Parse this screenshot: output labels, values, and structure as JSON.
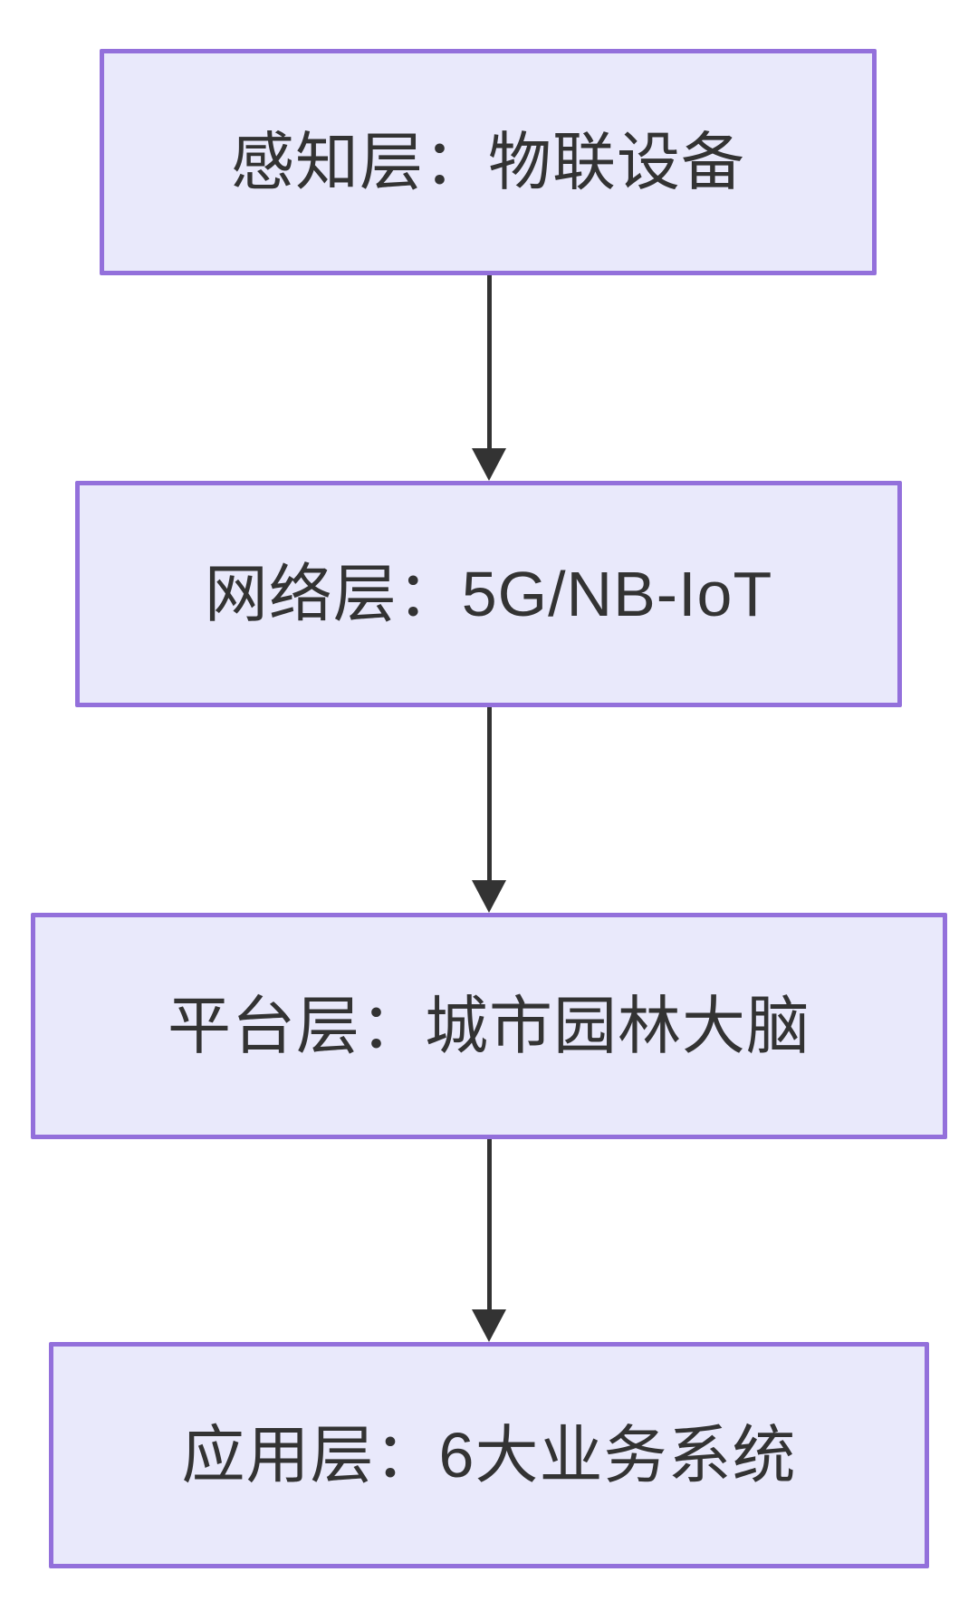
{
  "diagram": {
    "type": "flowchart-top-down",
    "nodes": [
      {
        "id": "perception-layer",
        "label": "感知层：物联设备"
      },
      {
        "id": "network-layer",
        "label": "网络层：5G/NB-IoT"
      },
      {
        "id": "platform-layer",
        "label": "平台层：城市园林大脑"
      },
      {
        "id": "application-layer",
        "label": "应用层：6大业务系统"
      }
    ],
    "edges": [
      {
        "from": "perception-layer",
        "to": "network-layer"
      },
      {
        "from": "network-layer",
        "to": "platform-layer"
      },
      {
        "from": "platform-layer",
        "to": "application-layer"
      }
    ],
    "colors": {
      "background": "#FFFFFF",
      "node_fill": "#E9E9FB",
      "node_border": "#9370DB",
      "arrow": "#333333",
      "text": "#333333"
    }
  }
}
